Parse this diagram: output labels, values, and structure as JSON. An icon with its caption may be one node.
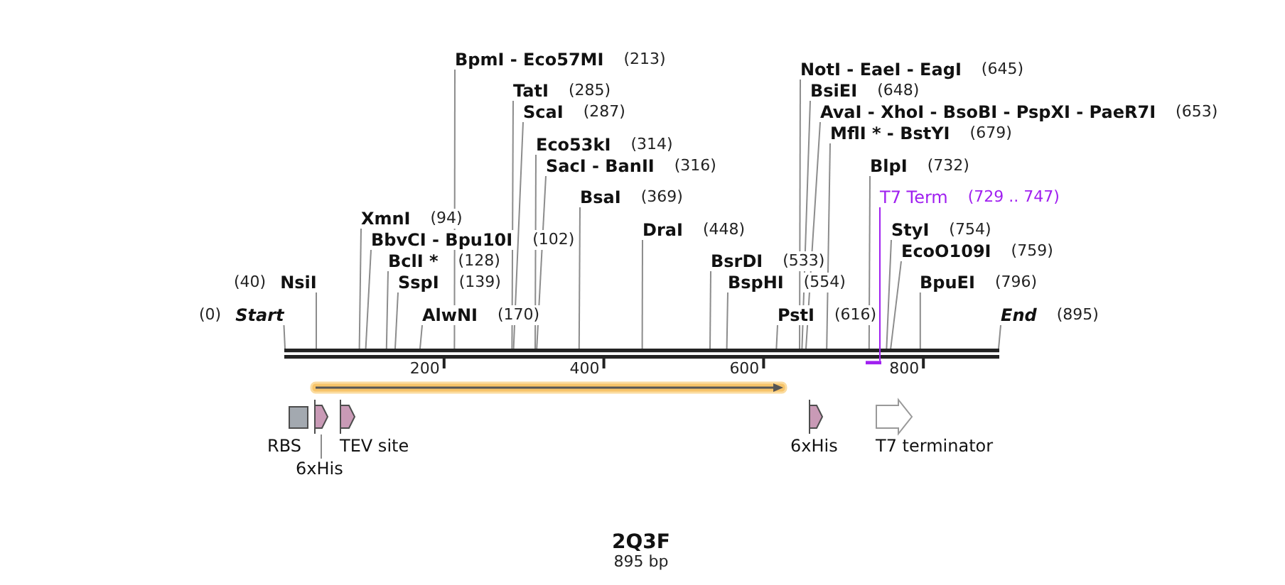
{
  "diagram": {
    "title": "2Q3F",
    "caption": "895 bp",
    "nodes": [
      {
        "text": [
          "(0)",
          "Start"
        ]
      },
      {
        "text": [
          "(40)",
          "NsiI"
        ]
      },
      {
        "text": [
          "XmnI",
          "(94)"
        ]
      },
      {
        "text": [
          "BbvCI - Bpu10I",
          "(102)"
        ]
      },
      {
        "text": [
          "BclI *",
          "(128)"
        ]
      },
      {
        "text": [
          "SspI",
          "(139)"
        ]
      },
      {
        "text": [
          "AlwNI",
          "(170)"
        ]
      },
      {
        "text": [
          "BpmI - Eco57MI",
          "(213)"
        ]
      },
      {
        "text": [
          "TatI",
          "(285)"
        ]
      },
      {
        "text": [
          "ScaI",
          "(287)"
        ]
      },
      {
        "text": [
          "Eco53kI",
          "(314)"
        ]
      },
      {
        "text": [
          "SacI - BanII",
          "(316)"
        ]
      },
      {
        "text": [
          "BsaI",
          "(369)"
        ]
      },
      {
        "text": [
          "DraI",
          "(448)"
        ]
      },
      {
        "text": [
          "BsrDI",
          "(533)"
        ]
      },
      {
        "text": [
          "BspHI",
          "(554)"
        ]
      },
      {
        "text": [
          "PstI",
          "(616)"
        ]
      },
      {
        "text": [
          "NotI - EaeI - EagI",
          "(645)"
        ]
      },
      {
        "text": [
          "BsiEI",
          "(648)"
        ]
      },
      {
        "text": [
          "AvaI - XhoI - BsoBI - PspXI - PaeR7I",
          "(653)"
        ]
      },
      {
        "text": [
          "MflI * - BstYI",
          "(679)"
        ]
      },
      {
        "text": [
          "BlpI",
          "(732)"
        ]
      },
      {
        "text": [
          "T7 Term",
          "(729 .. 747)"
        ]
      },
      {
        "text": [
          "StyI",
          "(754)"
        ]
      },
      {
        "text": [
          "EcoO109I",
          "(759)"
        ]
      },
      {
        "text": [
          "BpuEI",
          "(796)"
        ]
      },
      {
        "text": [
          "End",
          "(895)"
        ]
      },
      {
        "text": [],
        "shape": "bar"
      },
      {
        "text": [],
        "shape": "bar"
      },
      {
        "text": [],
        "shape": "arrow"
      },
      {
        "text": [
          "RBS"
        ]
      },
      {
        "text": [],
        "shape": "arrow"
      },
      {
        "text": [
          "TEV site"
        ]
      },
      {
        "text": [
          "6xHis"
        ]
      },
      {
        "text": [
          "T7 terminator"
        ]
      },
      {
        "text": [
          "6xHis"
        ]
      }
    ],
    "edges": [
      {
        "from": 0,
        "to": 27,
        "arrow": "none"
      },
      {
        "from": 1,
        "to": 27,
        "arrow": "none"
      },
      {
        "from": 2,
        "to": 27,
        "arrow": "none"
      },
      {
        "from": 3,
        "to": 27,
        "arrow": "none"
      },
      {
        "from": 4,
        "to": 27,
        "arrow": "none"
      },
      {
        "from": 5,
        "to": 27,
        "arrow": "none"
      },
      {
        "from": 6,
        "to": 27,
        "arrow": "none"
      },
      {
        "from": 7,
        "to": 27,
        "arrow": "none"
      },
      {
        "from": 8,
        "to": 27,
        "arrow": "none"
      },
      {
        "from": 9,
        "to": 27,
        "arrow": "none"
      },
      {
        "from": 10,
        "to": 27,
        "arrow": "none"
      },
      {
        "from": 11,
        "to": 27,
        "arrow": "none"
      },
      {
        "from": 12,
        "to": 27,
        "arrow": "none"
      },
      {
        "from": 13,
        "to": 27,
        "arrow": "none"
      },
      {
        "from": 14,
        "to": 27,
        "arrow": "none"
      },
      {
        "from": 15,
        "to": 27,
        "arrow": "none"
      },
      {
        "from": 16,
        "to": 27,
        "arrow": "none"
      },
      {
        "from": 17,
        "to": 27,
        "arrow": "none"
      },
      {
        "from": 18,
        "to": 27,
        "arrow": "none"
      },
      {
        "from": 19,
        "to": 27,
        "arrow": "none"
      },
      {
        "from": 20,
        "to": 27,
        "arrow": "none"
      },
      {
        "from": 21,
        "to": 27,
        "arrow": "none"
      },
      {
        "from": 22,
        "to": 28,
        "arrow": "none",
        "color": "#a020f0"
      },
      {
        "from": 23,
        "to": 27,
        "arrow": "none"
      },
      {
        "from": 24,
        "to": 27,
        "arrow": "none"
      },
      {
        "from": 25,
        "to": 27,
        "arrow": "none"
      },
      {
        "from": 26,
        "to": 27,
        "arrow": "none"
      },
      {
        "from": 35,
        "to": 31,
        "arrow": "none"
      }
    ],
    "labels": [
      "200",
      "400",
      "600",
      "800"
    ]
  }
}
